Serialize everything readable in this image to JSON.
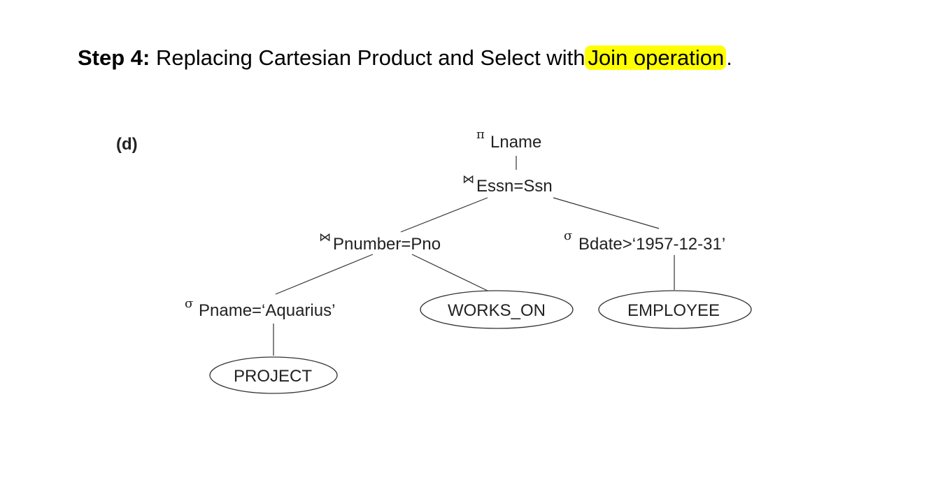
{
  "heading": {
    "step": "Step 4:",
    "text": "Replacing Cartesian Product and Select with",
    "highlighted": "Join operation",
    "trailing": ".",
    "highlight_color": "#ffff00"
  },
  "figure_label": "(d)",
  "tree": {
    "project": {
      "symbol": "π",
      "label": "Lname"
    },
    "join_top": {
      "symbol": "⋈",
      "label": "Essn=Ssn"
    },
    "join_left": {
      "symbol": "⋈",
      "label": "Pnumber=Pno"
    },
    "select_bdate": {
      "symbol": "σ",
      "label": "Bdate>‘1957-12-31’"
    },
    "select_pname": {
      "symbol": "σ",
      "label": "Pname=‘Aquarius’"
    },
    "works_on": {
      "label": "WORKS_ON"
    },
    "employee": {
      "label": "EMPLOYEE"
    },
    "project_rel": {
      "label": "PROJECT"
    }
  }
}
